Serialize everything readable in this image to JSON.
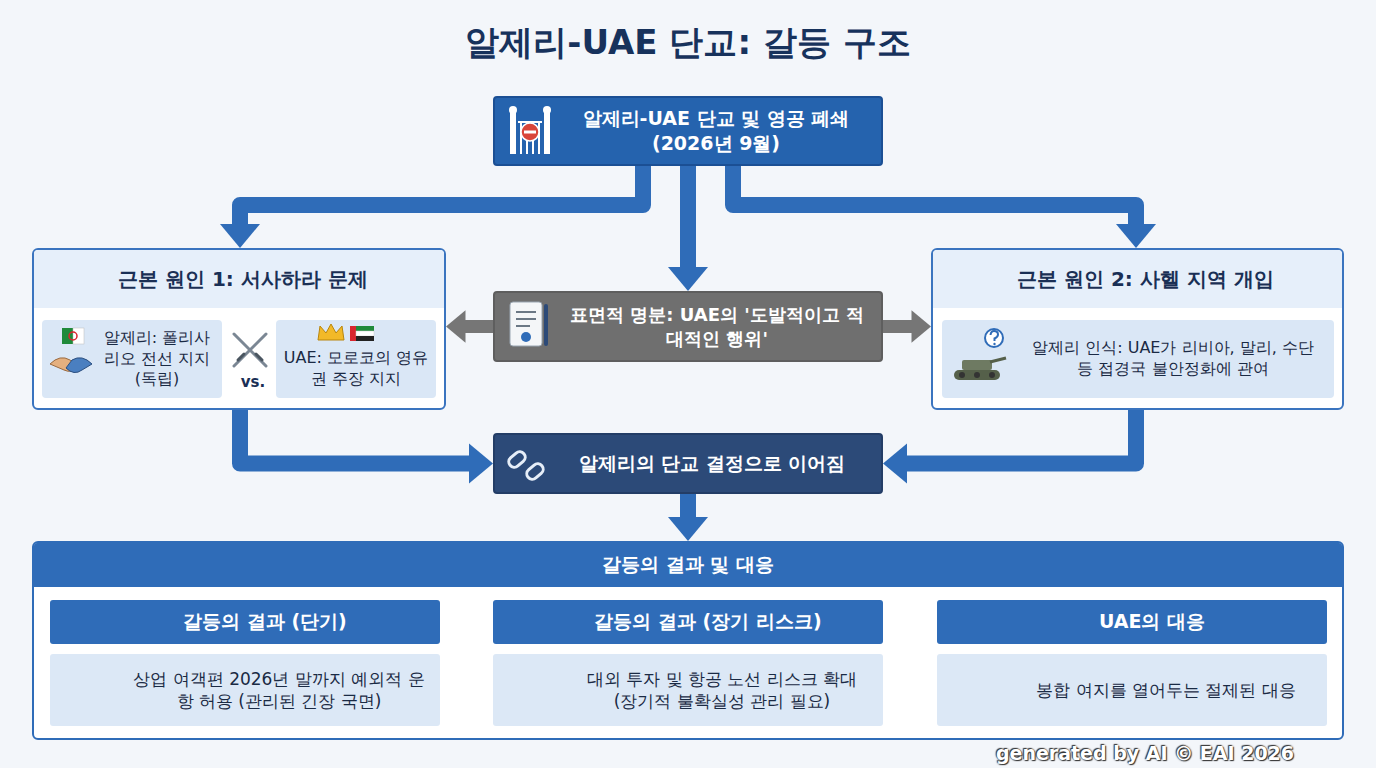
{
  "diagram": {
    "title": "알제리-UAE 단교: 갈등 구조",
    "nodes": [
      {
        "text": [
          "알제리-UAE 단교 및 영공 폐쇄 (2026년 9월)"
        ]
      },
      {
        "text": [
          "근본 원인 1: 서사하라 문제"
        ]
      },
      {
        "text": [
          "알제리: 폴리사리오 전선 지지 (독립)"
        ],
        "in": 1
      },
      {
        "text": [
          "UAE: 모로코의 영유권 주장 지지"
        ],
        "in": 1
      },
      {
        "text": [
          "표면적 명분: UAE의 '도발적이고 적대적인 행위'"
        ]
      },
      {
        "text": [
          "근본 원인 2: 사헬 지역 개입"
        ]
      },
      {
        "text": [
          "알제리 인식: UAE가 리비아, 말리, 수단 등 접경국 불안정화에 관여"
        ],
        "in": 5
      },
      {
        "text": [
          "알제리의 단교 결정으로 이어짐"
        ]
      },
      {
        "text": [
          "갈등의 결과 및 대응"
        ]
      },
      {
        "text": [
          "갈등의 결과 (단기)",
          "상업 여객편 2026년 말까지 예외적 운항 허용 (관리된 긴장 국면)"
        ],
        "in": 8
      },
      {
        "text": [
          "갈등의 결과 (장기 리스크)",
          "대외 투자 및 항공 노선 리스크 확대 (장기적 불확실성 관리 필요)"
        ],
        "in": 8
      },
      {
        "text": [
          "UAE의 대응",
          "봉합 여지를 열어두는 절제된 대응"
        ],
        "in": 8
      }
    ],
    "edges": [
      {
        "from": 0,
        "to": 1,
        "arrow": "to"
      },
      {
        "from": 0,
        "to": 4,
        "arrow": "to"
      },
      {
        "from": 0,
        "to": 5,
        "arrow": "to"
      },
      {
        "from": 4,
        "to": 1,
        "arrow": "to"
      },
      {
        "from": 4,
        "to": 5,
        "arrow": "to"
      },
      {
        "from": 1,
        "to": 7,
        "arrow": "to"
      },
      {
        "from": 5,
        "to": 7,
        "arrow": "to"
      },
      {
        "from": 7,
        "to": 8,
        "arrow": "to"
      },
      {
        "from": 9,
        "to": 10,
        "arrow": "to"
      },
      {
        "from": 10,
        "to": 11,
        "arrow": "to"
      }
    ],
    "labels": [
      "vs.",
      "generated by AI © EAI 2026"
    ]
  }
}
